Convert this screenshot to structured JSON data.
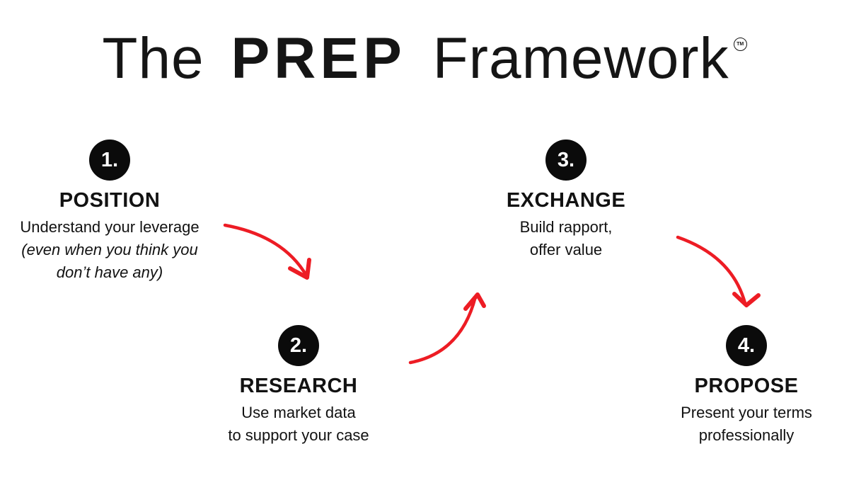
{
  "title": {
    "pre": "The",
    "bold": "PREP",
    "post": "Framework",
    "tm": "TM"
  },
  "accent_red": "#ED1C24",
  "steps": [
    {
      "number": "1.",
      "heading": "POSITION",
      "desc_lines": [
        "Understand your leverage",
        "(even when you think you",
        "don’t have any)"
      ]
    },
    {
      "number": "2.",
      "heading": "RESEARCH",
      "desc_lines": [
        "Use market data",
        "to support your case"
      ]
    },
    {
      "number": "3.",
      "heading": "EXCHANGE",
      "desc_lines": [
        "Build rapport,",
        "offer value"
      ]
    },
    {
      "number": "4.",
      "heading": "PROPOSE",
      "desc_lines": [
        "Present your terms",
        "professionally"
      ]
    }
  ],
  "arrows": [
    {
      "from": "POSITION",
      "to": "RESEARCH"
    },
    {
      "from": "RESEARCH",
      "to": "EXCHANGE"
    },
    {
      "from": "EXCHANGE",
      "to": "PROPOSE"
    }
  ]
}
